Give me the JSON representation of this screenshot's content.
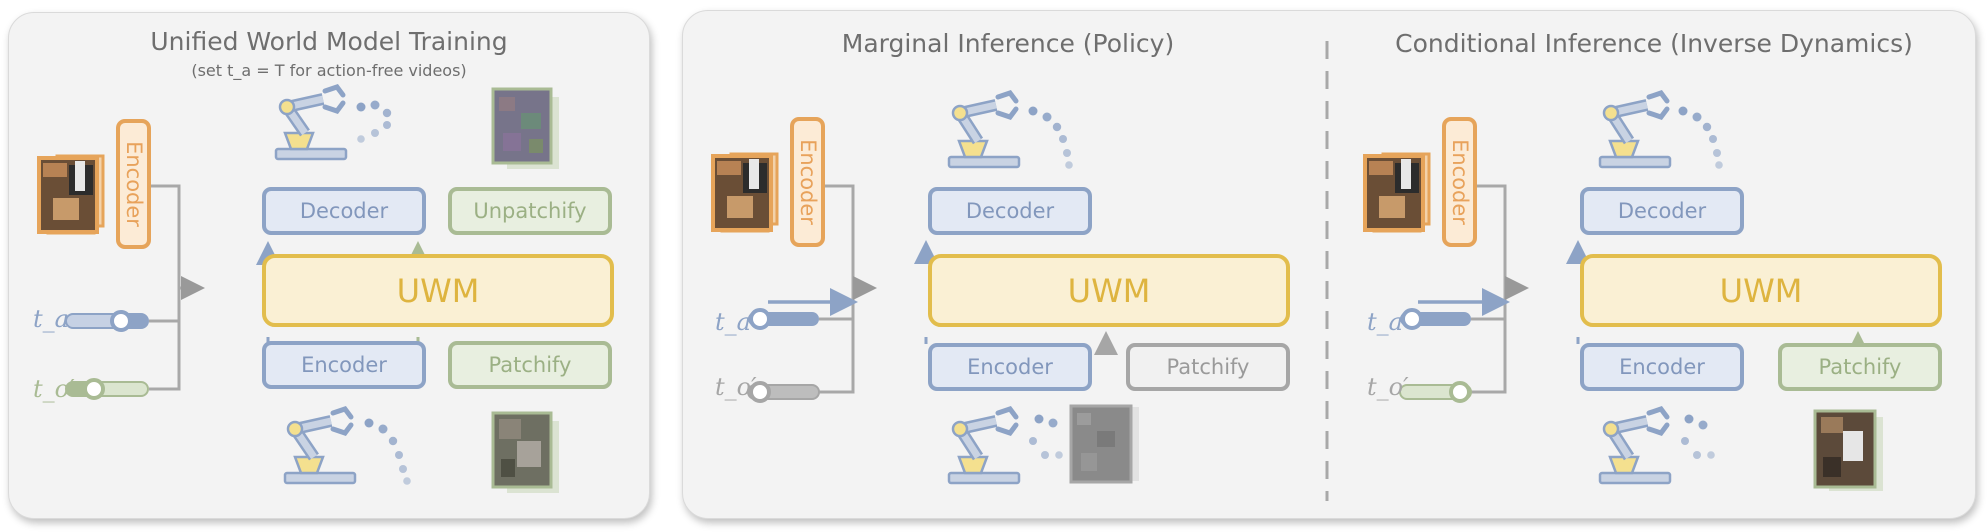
{
  "panels": {
    "training": {
      "title": "Unified World Model Training",
      "subtitle": "(set t_a = T for action-free videos)",
      "encoder_vertical": "Encoder",
      "decoder": "Decoder",
      "unpatchify": "Unpatchify",
      "uwm": "UWM",
      "encoder": "Encoder",
      "patchify": "Patchify",
      "t_a": "t_a",
      "t_o": "t_o′"
    },
    "marginal": {
      "title": "Marginal Inference (Policy)",
      "encoder_vertical": "Encoder",
      "decoder": "Decoder",
      "uwm": "UWM",
      "encoder": "Encoder",
      "patchify": "Patchify",
      "t_a": "t_a",
      "t_o": "t_o′"
    },
    "conditional": {
      "title": "Conditional Inference (Inverse Dynamics)",
      "encoder_vertical": "Encoder",
      "decoder": "Decoder",
      "uwm": "UWM",
      "encoder": "Encoder",
      "patchify": "Patchify",
      "t_a": "t_a",
      "t_o": "t_o′"
    }
  },
  "colors": {
    "blue": "#8da3c6",
    "green": "#a9bb94",
    "gray": "#a6a6a6",
    "orange": "#e6a45a",
    "yellow": "#e2bd4c"
  },
  "icons": [
    "robot-arm-icon",
    "action-dots-icon",
    "camera-image-icon",
    "noise-image-icon"
  ]
}
